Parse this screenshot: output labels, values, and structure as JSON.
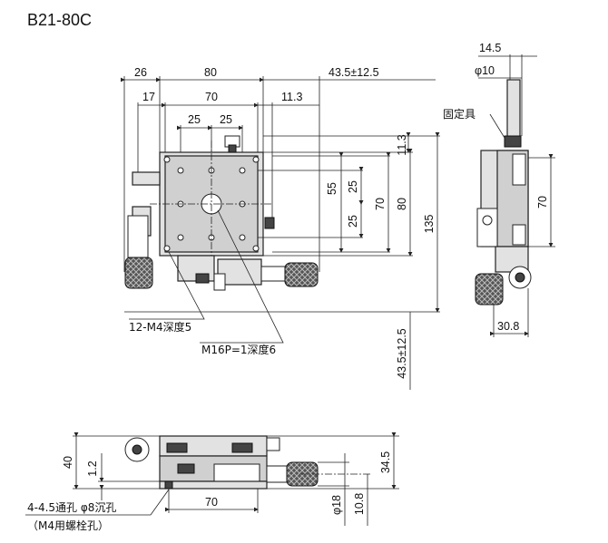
{
  "title": "B21-80C",
  "top_view": {
    "dims_top": [
      "26",
      "80",
      "43.5±12.5",
      "17",
      "70",
      "11.3",
      "25",
      "25"
    ],
    "dims_right": [
      "11.3",
      "55",
      "25",
      "25",
      "70",
      "80",
      "135",
      "43.5±12.5"
    ],
    "callout_holes": "12-M4深度5",
    "callout_center": "M16P=1深度6"
  },
  "side_view": {
    "dim_top_a": "14.5",
    "dim_top_b": "φ10",
    "fixture_label": "固定具",
    "dim_height": "70",
    "dim_bottom": "30.8"
  },
  "front_view": {
    "dim_left_total": "40",
    "dim_left_small": "1.2",
    "dim_right_a": "34.5",
    "dim_right_b": "φ18",
    "dim_right_c": "10.8",
    "dim_bottom": "70",
    "note_line1": "4-4.5通孔 φ8沉孔",
    "note_line2": "（M4用螺栓孔）"
  }
}
